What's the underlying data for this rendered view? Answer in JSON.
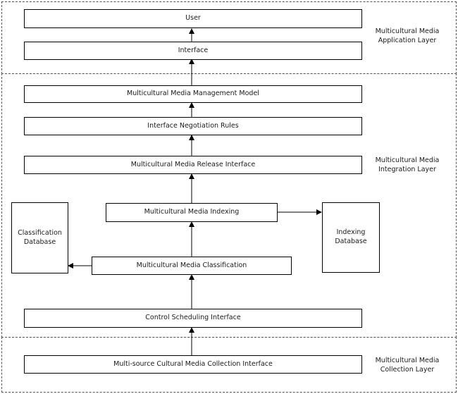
{
  "layers": {
    "application": {
      "line1": "Multicultural Media",
      "line2": "Application Layer"
    },
    "integration": {
      "line1": "Multicultural Media",
      "line2": "Integration Layer"
    },
    "collection": {
      "line1": "Multicultural Media",
      "line2": "Collection Layer"
    }
  },
  "boxes": {
    "user": "User",
    "interface": "Interface",
    "management_model": "Multicultural Media Management Model",
    "negotiation_rules": "Interface Negotiation Rules",
    "release_interface": "Multicultural Media Release Interface",
    "indexing": "Multicultural Media Indexing",
    "classification": "Multicultural Media Classification",
    "control_scheduling": "Control Scheduling Interface",
    "collection_interface": "Multi-source Cultural Media Collection Interface",
    "classification_db": {
      "line1": "Classification",
      "line2": "Database"
    },
    "indexing_db": {
      "line1": "Indexing",
      "line2": "Database"
    }
  }
}
